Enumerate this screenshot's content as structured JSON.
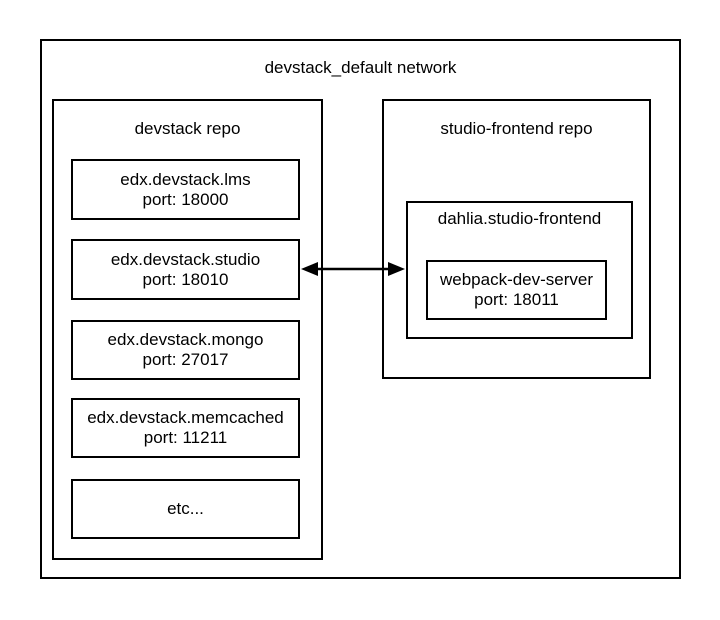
{
  "diagram": {
    "network": {
      "label": "devstack_default network"
    },
    "devstack_repo": {
      "label": "devstack repo",
      "services": [
        {
          "name": "edx.devstack.lms",
          "port": "port: 18000"
        },
        {
          "name": "edx.devstack.studio",
          "port": "port: 18010"
        },
        {
          "name": "edx.devstack.mongo",
          "port": "port: 27017"
        },
        {
          "name": "edx.devstack.memcached",
          "port": "port: 11211"
        },
        {
          "name": "etc..."
        }
      ]
    },
    "studio_frontend_repo": {
      "label": "studio-frontend repo",
      "dahlia": {
        "label": "dahlia.studio-frontend",
        "service": {
          "name": "webpack-dev-server",
          "port": "port: 18011"
        }
      }
    },
    "connection": {
      "type": "bidirectional-arrow",
      "from": "edx.devstack.studio",
      "to": "dahlia.studio-frontend"
    },
    "colors": {
      "line": "#000000",
      "background": "#ffffff",
      "text": "#000000"
    }
  }
}
